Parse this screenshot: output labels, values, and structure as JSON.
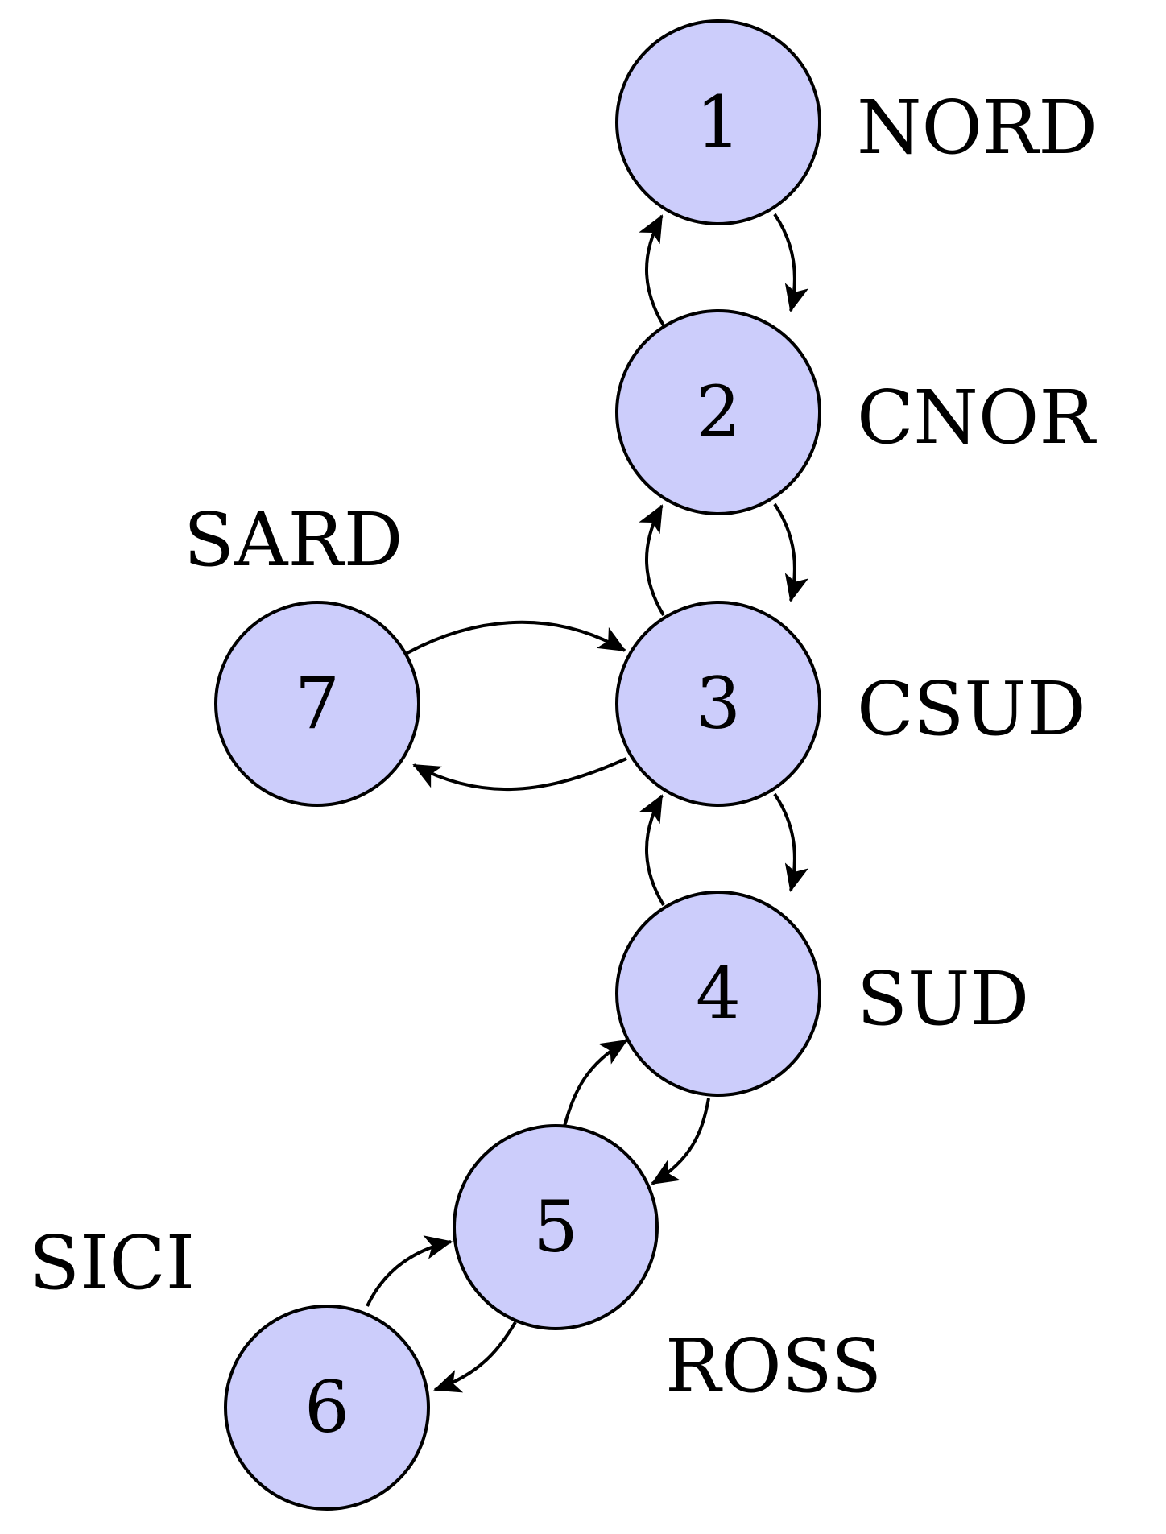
{
  "colors": {
    "node_fill": "#cccdfb",
    "stroke": "#000000",
    "background": "#ffffff"
  },
  "nodes": [
    {
      "id": "1",
      "number": "1",
      "label": "NORD"
    },
    {
      "id": "2",
      "number": "2",
      "label": "CNOR"
    },
    {
      "id": "3",
      "number": "3",
      "label": "CSUD"
    },
    {
      "id": "4",
      "number": "4",
      "label": "SUD"
    },
    {
      "id": "5",
      "number": "5",
      "label": "ROSS"
    },
    {
      "id": "6",
      "number": "6",
      "label": "SICI"
    },
    {
      "id": "7",
      "number": "7",
      "label": "SARD"
    }
  ],
  "edges": [
    {
      "from": "1",
      "to": "2"
    },
    {
      "from": "2",
      "to": "1"
    },
    {
      "from": "2",
      "to": "3"
    },
    {
      "from": "3",
      "to": "2"
    },
    {
      "from": "3",
      "to": "4"
    },
    {
      "from": "4",
      "to": "3"
    },
    {
      "from": "4",
      "to": "5"
    },
    {
      "from": "5",
      "to": "4"
    },
    {
      "from": "5",
      "to": "6"
    },
    {
      "from": "6",
      "to": "5"
    },
    {
      "from": "7",
      "to": "3"
    },
    {
      "from": "3",
      "to": "7"
    }
  ]
}
